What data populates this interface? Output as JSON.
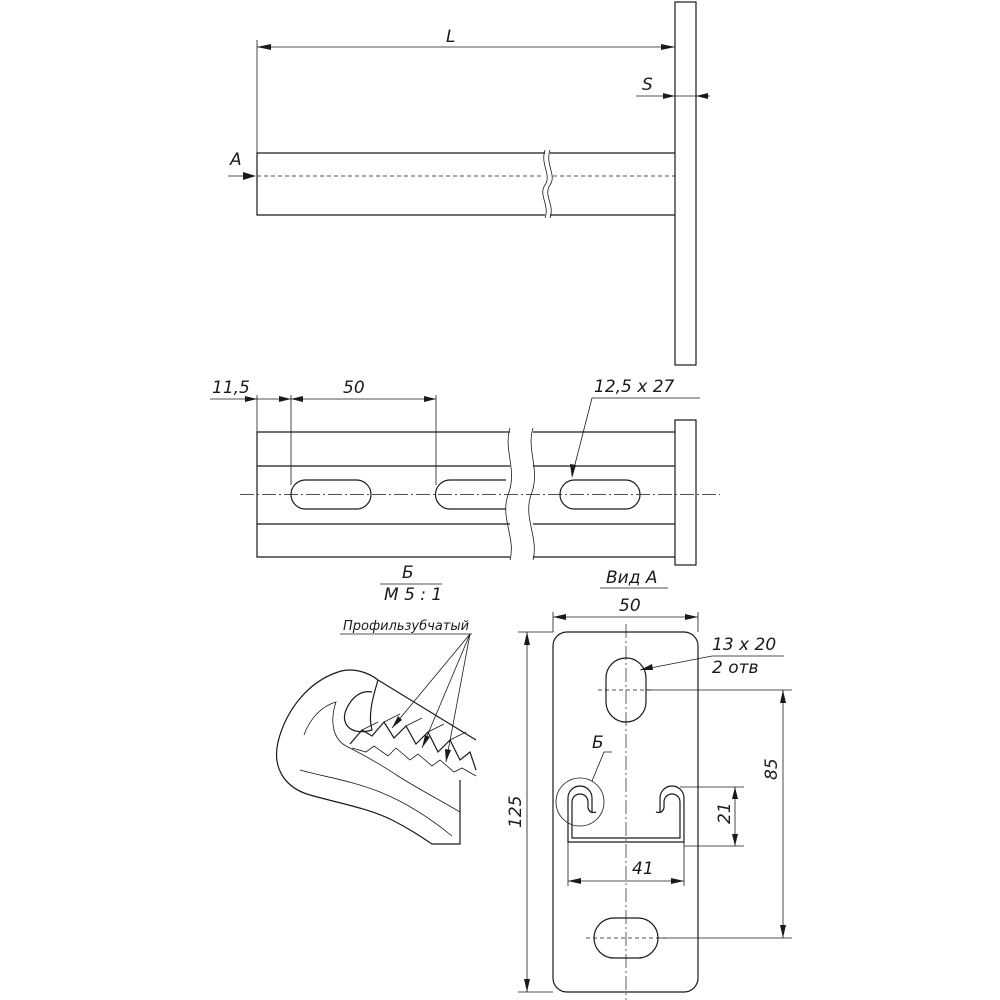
{
  "labels": {
    "L": "L",
    "S": "S",
    "A": "A",
    "dim_11_5": "11,5",
    "dim_50_top": "50",
    "slot_size": "12,5 x 27",
    "detail_letter": "Б",
    "detail_scale": "М 5 : 1",
    "view_a": "Вид А",
    "dim_50_plate": "50",
    "holes_size": "13 x 20",
    "holes_count": "2 отв",
    "detail_callout": "Б",
    "dim_85": "85",
    "dim_125": "125",
    "dim_21": "21",
    "dim_41": "41",
    "serration_label": "Профильзубчатый"
  },
  "colors": {
    "line": "#1a1a1a",
    "background": "#ffffff"
  }
}
